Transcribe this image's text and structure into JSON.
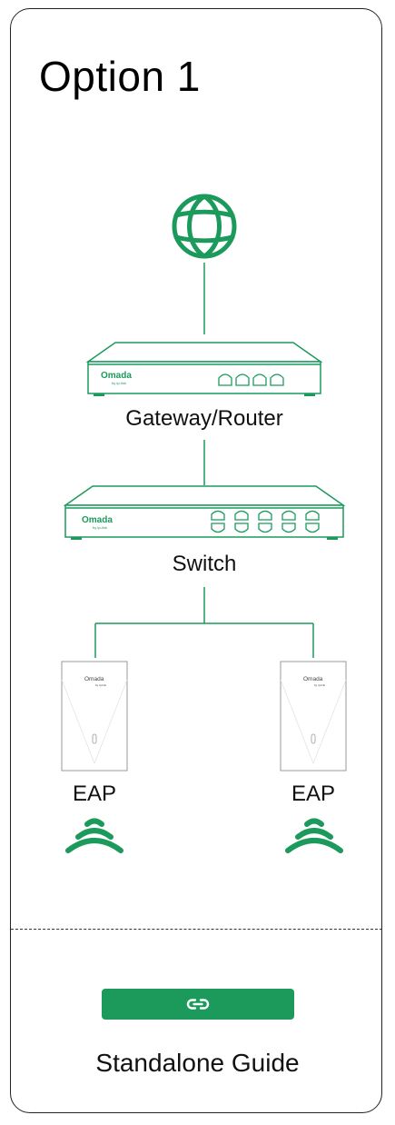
{
  "title": "Option 1",
  "nodes": {
    "gateway_label": "Gateway/Router",
    "switch_label": "Switch",
    "eap_left_label": "EAP",
    "eap_right_label": "EAP"
  },
  "brand": {
    "device_logo": "Omada",
    "device_sublogo": "by tp-link"
  },
  "icons": {
    "internet": "globe-icon",
    "link": "link-icon",
    "wifi": "wifi-signal-icon"
  },
  "colors": {
    "accent": "#1b9a5c",
    "line": "#1b9a5c",
    "ap_border": "#9a9a9a"
  },
  "guide_label": "Standalone Guide"
}
